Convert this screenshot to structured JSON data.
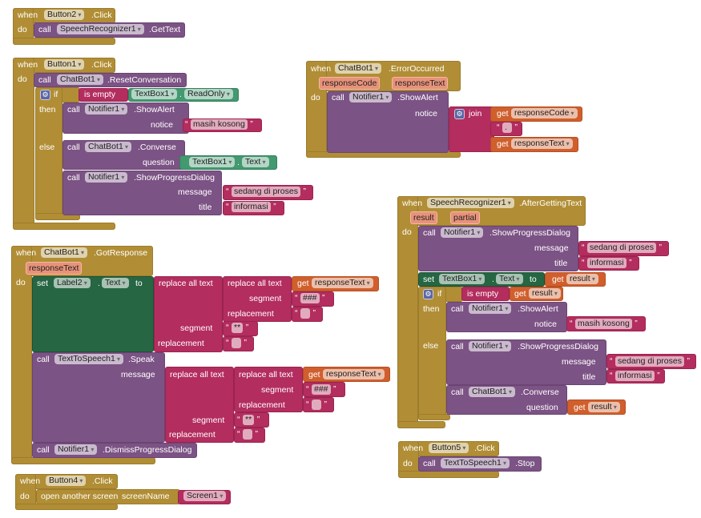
{
  "kw": {
    "when": "when",
    "do": "do",
    "call": "call",
    "set": "set",
    "to": "to",
    "get": "get",
    "if": "if",
    "then": "then",
    "else": "else",
    "join": "join",
    "is_empty": "is empty",
    "replace_all_text": "replace all text",
    "segment": "segment",
    "replacement": "replacement",
    "notice": "notice",
    "question": "question",
    "message": "message",
    "title": "title",
    "dot": ".",
    "open_screen": "open another screen",
    "screen_name": "screenName",
    "gear": "⚙"
  },
  "b1": {
    "component": "Button2",
    "event": ".Click",
    "target": "SpeechRecognizer1",
    "method": ".GetText"
  },
  "b2": {
    "component": "Button1",
    "event": ".Click",
    "reset_target": "ChatBot1",
    "reset_method": ".ResetConversation",
    "tb": "TextBox1",
    "readonly": "ReadOnly",
    "notifier": "Notifier1",
    "show_alert": ".ShowAlert",
    "alert_text": "masih kosong",
    "chatbot": "ChatBot1",
    "converse": ".Converse",
    "text_prop": "Text",
    "show_progress": ".ShowProgressDialog",
    "progress_message": "sedang di proses",
    "progress_title": "informasi"
  },
  "b3": {
    "component": "ChatBot1",
    "event": ".ErrorOccurred",
    "param1": "responseCode",
    "param2": "responseText",
    "notifier": "Notifier1",
    "show_alert": ".ShowAlert",
    "separator": "."
  },
  "b4": {
    "component": "ChatBot1",
    "event": ".GotResponse",
    "param": "responseText",
    "label": "Label2",
    "text_prop": "Text",
    "seg1": "###",
    "rep1": "",
    "seg2": "**",
    "rep2": "",
    "tts": "TextToSpeech1",
    "speak": ".Speak",
    "notifier": "Notifier1",
    "dismiss": ".DismissProgressDialog"
  },
  "b5": {
    "component": "Button4",
    "event": ".Click",
    "screen": "Screen1"
  },
  "b6": {
    "component": "SpeechRecognizer1",
    "event": ".AfterGettingText",
    "param1": "result",
    "param2": "partial",
    "notifier": "Notifier1",
    "show_progress": ".ShowProgressDialog",
    "progress_message": "sedang di proses",
    "progress_title": "informasi",
    "tb": "TextBox1",
    "text_prop": "Text",
    "show_alert": ".ShowAlert",
    "alert_text": "masih kosong",
    "chatbot": "ChatBot1",
    "converse": ".Converse"
  },
  "b7": {
    "component": "Button5",
    "event": ".Click",
    "tts": "TextToSpeech1",
    "method": ".Stop"
  }
}
